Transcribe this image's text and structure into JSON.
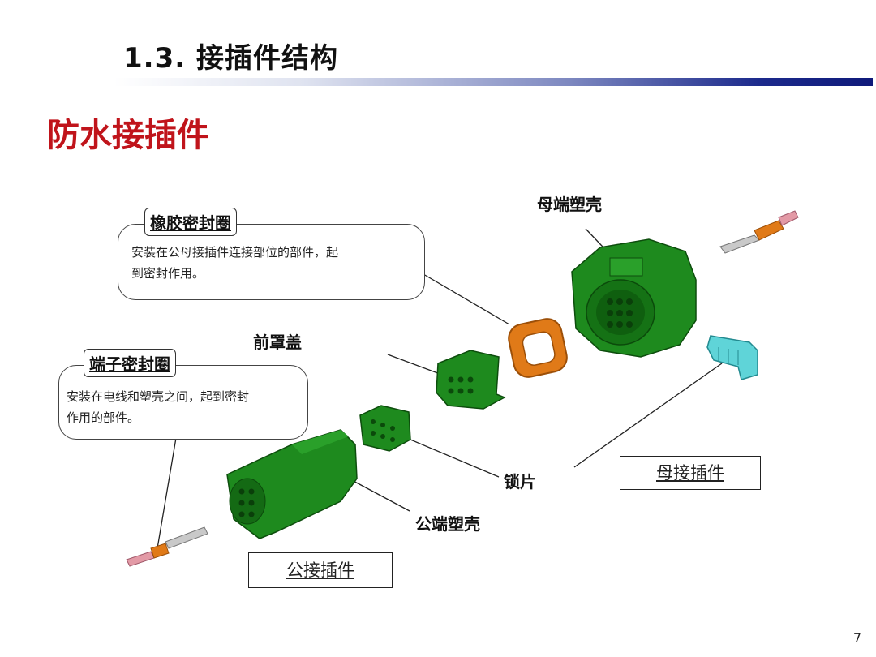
{
  "header": {
    "section_title": "1.3. 接插件结构",
    "heading": "防水接插件"
  },
  "callouts": {
    "rubber_seal": {
      "title": "橡胶密封圈",
      "description_line1": "安装在公母接插件连接部位的部件，起",
      "description_line2": "到密封作用。"
    },
    "terminal_seal": {
      "title": "端子密封圈",
      "description_line1": "安装在电线和塑壳之间，起到密封",
      "description_line2": "作用的部件。"
    }
  },
  "labels": {
    "female_housing": "母端塑壳",
    "front_cover": "前罩盖",
    "lock_piece": "锁片",
    "male_housing": "公端塑壳"
  },
  "boxes": {
    "female_connector": "母接插件",
    "male_connector": "公接插件"
  },
  "colors": {
    "housing_green": "#1f8a1f",
    "seal_orange": "#e07a18",
    "lock_cyan": "#5fd4d8",
    "accent_red": "#c0141b",
    "title_bar_blue": "#0f1a7a"
  },
  "page_number": "7"
}
